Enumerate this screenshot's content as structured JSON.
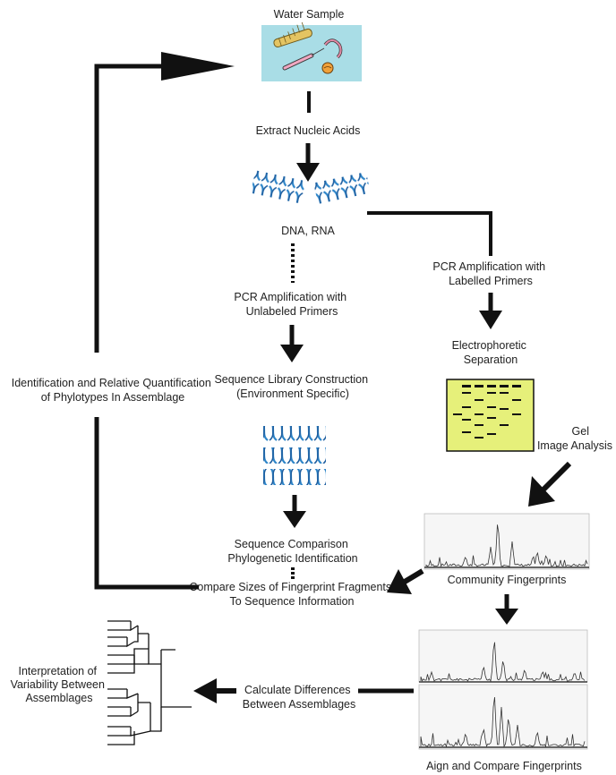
{
  "nodes": {
    "water_sample": "Water Sample",
    "extract": "Extract Nucleic Acids",
    "dna_rna": "DNA, RNA",
    "pcr_unlabeled": [
      "PCR Amplification with",
      "Unlabeled Primers"
    ],
    "pcr_labelled": [
      "PCR Amplification with",
      "Labelled Primers"
    ],
    "electrophoretic": [
      "Electrophoretic",
      "Separation"
    ],
    "sequence_library": [
      "Sequence Library Construction",
      "(Environment Specific)"
    ],
    "identification": [
      "Identification and Relative Quantification",
      "of Phylotypes In Assemblage"
    ],
    "gel_image": [
      "Gel",
      "Image Analysis"
    ],
    "sequence_comparison": [
      "Sequence Comparison",
      "Phylogenetic Identification"
    ],
    "community_fingerprints": "Community Fingerprints",
    "compare_sizes": [
      "Compare Sizes of Fingerprint Fragments",
      "To Sequence Information"
    ],
    "interpretation": [
      "Interpretation of",
      "Variability Between",
      "Assemblages"
    ],
    "calculate": [
      "Calculate Differences",
      "Between Assemblages"
    ],
    "align_compare": "Aign and Compare Fingerprints"
  },
  "colors": {
    "line": "#111111",
    "water_bg": "#a9dde6",
    "gel_bg": "#e6f07a",
    "helix": "#2f86c9",
    "text": "#222222"
  },
  "icons": {
    "water_sample": "microbes-in-water-icon",
    "dna": "dna-helix-icon",
    "gel": "gel-electrophoresis-icon",
    "library": "sequence-library-icon",
    "dendrogram": "dendrogram-icon",
    "fingerprint": "chromatogram-trace-icon"
  }
}
